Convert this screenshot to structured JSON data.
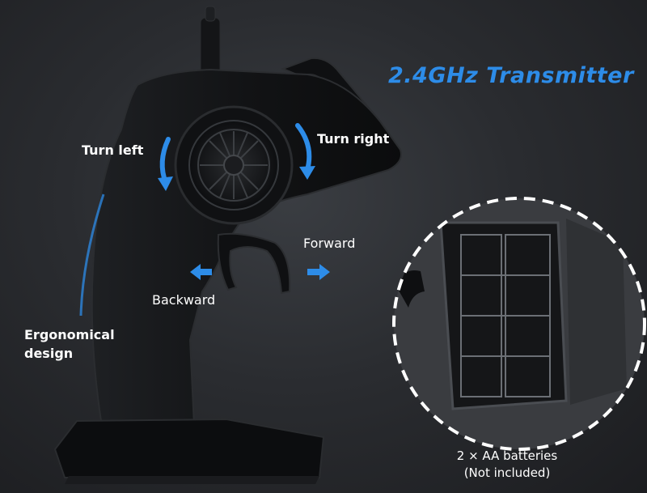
{
  "title": "2.4GHz Transmitter",
  "labels": {
    "turn_left": "Turn left",
    "turn_right": "Turn right",
    "forward": "Forward",
    "backward": "Backward",
    "ergonomical_line1": "Ergonomical",
    "ergonomical_line2": "design",
    "batteries_line1": "2 × AA batteries",
    "batteries_line2": "(Not included)"
  },
  "colors": {
    "accent": "#2d8ce8",
    "text": "#ffffff",
    "body": "#111214"
  }
}
